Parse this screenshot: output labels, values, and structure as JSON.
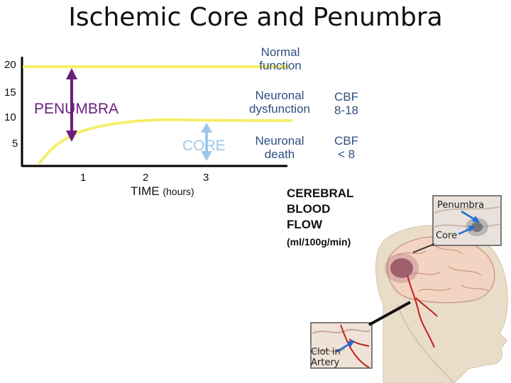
{
  "title": "Ischemic Core and Penumbra",
  "y_ticks": [
    "20",
    "15",
    "10",
    "5"
  ],
  "x_ticks": [
    "1",
    "2",
    "3"
  ],
  "x_axis_label": "TIME",
  "x_axis_unit": "(hours)",
  "penumbra_label": "PENUMBRA",
  "core_label": "CORE",
  "levels": [
    {
      "text_line1": "Normal",
      "text_line2": "function"
    },
    {
      "text_line1": "Neuronal",
      "text_line2": "dysfunction",
      "cbf_line1": "CBF",
      "cbf_line2": "8-18"
    },
    {
      "text_line1": "Neuronal",
      "text_line2": "death",
      "cbf_line1": "CBF",
      "cbf_line2": "< 8"
    }
  ],
  "cbf_title": [
    "CEREBRAL",
    "BLOOD",
    "FLOW"
  ],
  "cbf_unit": "(ml/100g/min)",
  "inset_labels": {
    "penumbra": "Penumbra",
    "core": "Core",
    "clot_line1": "Clot in",
    "clot_line2": "Artery"
  },
  "colors": {
    "curve": "#f5ef6a",
    "purple": "#6a1f7a",
    "arrow_blue": "#9fc7e8",
    "text_blue": "#2f4f7f",
    "pointer_blue": "#1d6fd6"
  }
}
